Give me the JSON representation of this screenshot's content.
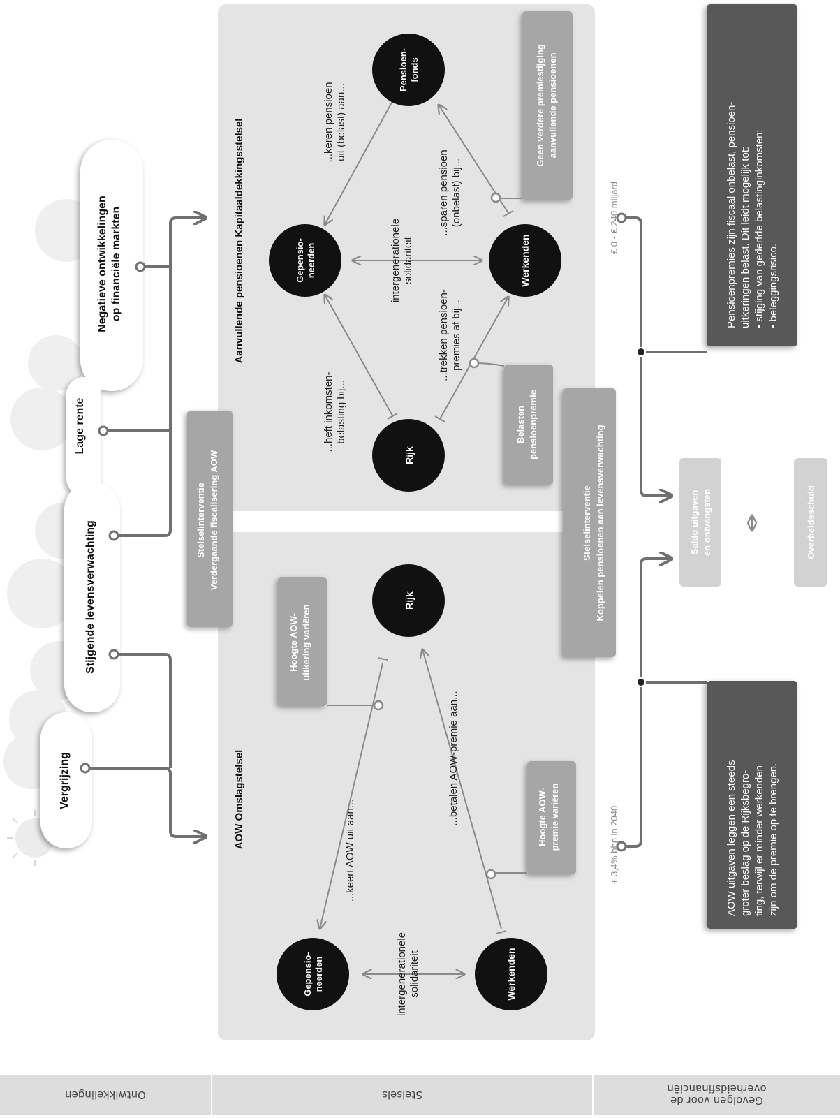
{
  "developments": {
    "vergrijzing": "Vergrijzing",
    "levensverwachting": "Stijgende levensverwachting",
    "lage_rente": "Lage rente",
    "markten_1": "Negatieve ontwikkelingen",
    "markten_2": "op financiële markten"
  },
  "aow": {
    "title": "AOW Omslagstelsel",
    "gepensioneerden_1": "Gepensio-",
    "gepensioneerden_2": "neerden",
    "werkenden": "Werkenden",
    "rijk": "Rijk",
    "solidariteit_1": "intergenerationele",
    "solidariteit_2": "solidariteit",
    "keert": "...keert AOW uit aan...",
    "betalen": "...betalen AOW-premie aan...",
    "uitkering_tag_1": "Hoogte AOW-",
    "uitkering_tag_2": "uitkering variëren",
    "premie_tag_1": "Hoogte AOW-",
    "premie_tag_2": "premie variëren"
  },
  "kapitaal": {
    "title": "Aanvullende pensioenen Kapitaaldekkingsstelsel",
    "gepensioneerden_1": "Gepensio-",
    "gepensioneerden_2": "neerden",
    "werkenden": "Werkenden",
    "rijk": "Rijk",
    "fonds_1": "Pensioen-",
    "fonds_2": "fonds",
    "solidariteit_1": "intergenerationele",
    "solidariteit_2": "solidariteit",
    "keren_1": "...keren pensioen",
    "keren_2": "uit (belast) aan...",
    "sparen_1": "...sparen pensioen",
    "sparen_2": "(onbelast) bij...",
    "heft_1": "...heft inkomsten-",
    "heft_2": "belasting bij...",
    "trekken_1": "...trekken pensioen-",
    "trekken_2": "premies af bij...",
    "belasten_tag_1": "Belasten",
    "belasten_tag_2": "pensioenpremie",
    "premiestijging_tag_1": "Geen verdere premiestijging",
    "premiestijging_tag_2": "aanvullende pensioenen"
  },
  "interventions": {
    "fiscal_1": "Stelselinterventie",
    "fiscal_2": "Verdergaande fiscalisering AOW",
    "koppelen_1": "Stelselinterventie",
    "koppelen_2": "Koppelen pensioenen aan levensverwachting"
  },
  "gevolgen": {
    "aow_amount": "+ 3,4% bbp in 2040",
    "kapitaal_amount": "€ 0 - € 240 miljard",
    "saldo_1": "Saldo uitgaven",
    "saldo_2": "en ontvangsten",
    "schuld": "Overheidsschuld",
    "aow_note": [
      "AOW uitgaven leggen een steeds",
      "groter beslag op de Rijksbegro-",
      "ting, terwijl er minder werkenden",
      "zijn om de premie op te brengen."
    ],
    "pensioen_note": [
      "Pensioenpremies zijn fiscaal onbelast, pensioen-",
      "uitkeringen belast. Dit leidt mogelijk tot:",
      "• stijging van gederfde belastinginkomsten;",
      "• beleggingsrisico."
    ]
  },
  "columns": {
    "ontwikkelingen": "Ontwikkelingen",
    "stelsels": "Stelsels",
    "gevolgen_1": "Gevolgen voor de",
    "gevolgen_2": "overheidsfinanciën"
  },
  "colors": {
    "panel": "#e4e4e4",
    "node": "#111111",
    "tag": "#a6a6a6",
    "dark_note": "#585858",
    "line": "#8a8a8a",
    "light_box": "#d2d2d2"
  }
}
